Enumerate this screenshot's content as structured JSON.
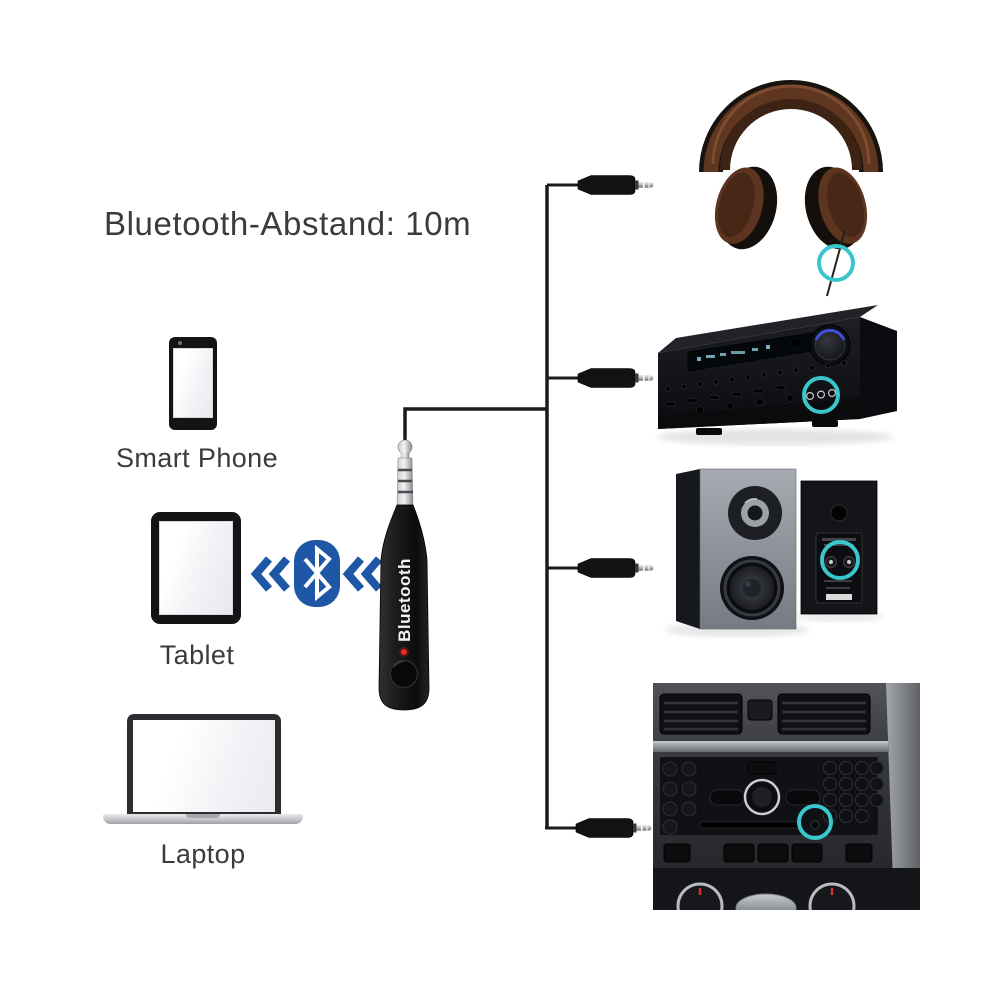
{
  "title": "Bluetooth-Abstand: 10m",
  "bluetooth_logo": {
    "icon": "bluetooth-logo-icon",
    "color": "#1d57a5"
  },
  "receiver": {
    "label": "Bluetooth",
    "icon": "bluetooth-receiver-icon"
  },
  "sources": [
    {
      "icon": "smartphone-icon",
      "label": "Smart Phone"
    },
    {
      "icon": "tablet-icon",
      "label": "Tablet"
    },
    {
      "icon": "laptop-icon",
      "label": "Laptop"
    }
  ],
  "outputs": [
    {
      "icon": "headphones-icon"
    },
    {
      "icon": "av-receiver-icon"
    },
    {
      "icon": "bookshelf-speakers-icon"
    },
    {
      "icon": "car-stereo-aux-icon"
    }
  ],
  "connector": {
    "icon": "aux-plug-icon",
    "count": 4
  },
  "colors": {
    "highlight_cyan": "#3ac6cc",
    "bluetooth_blue": "#1d57a5",
    "wire_black": "#1b1b1b",
    "text_gray": "#3b3b3b",
    "led_red": "#ff2a1e",
    "background": "#ffffff"
  }
}
